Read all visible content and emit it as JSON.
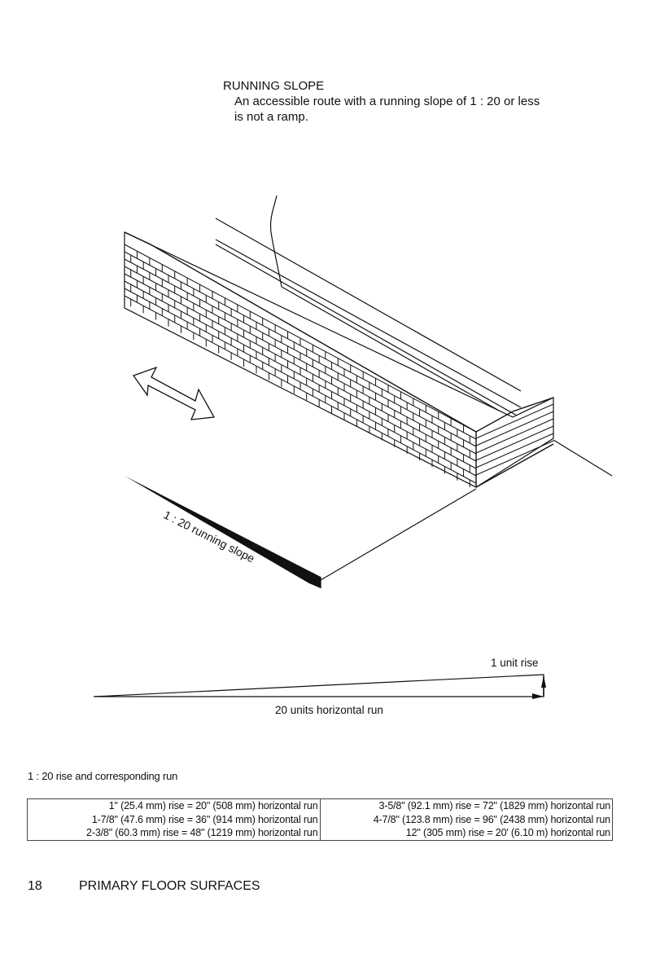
{
  "heading": {
    "title": "RUNNING SLOPE",
    "line1": "An accessible route with a running slope of 1 : 20 or less",
    "line2": "is not a ramp."
  },
  "illustration": {
    "slope_label": "1 : 20 running slope"
  },
  "ratio_diagram": {
    "rise_label": "1 unit rise",
    "run_label": "20 units horizontal run",
    "rise_units": 1,
    "run_units": 20
  },
  "table": {
    "caption": "1 : 20  rise and corresponding run",
    "left_rows": [
      "1\"  (25.4 mm)  rise  =  20\"    (508 mm)  horizontal run",
      "1-7/8\"  (47.6 mm)  rise  =  36\"    (914 mm)  horizontal run",
      "2-3/8\"  (60.3 mm)  rise  =  48\"  (1219 mm)  horizontal run"
    ],
    "right_rows": [
      "3-5/8\"    (92.1 mm)  rise  =  72\"  (1829 mm)  horizontal run",
      "4-7/8\"  (123.8 mm)  rise  =  96\"  (2438 mm)  horizontal run",
      "12\"    (305 mm)  rise  =  20'     (6.10 m)  horizontal run"
    ]
  },
  "footer": {
    "page_number": "18",
    "section": "PRIMARY FLOOR SURFACES"
  }
}
